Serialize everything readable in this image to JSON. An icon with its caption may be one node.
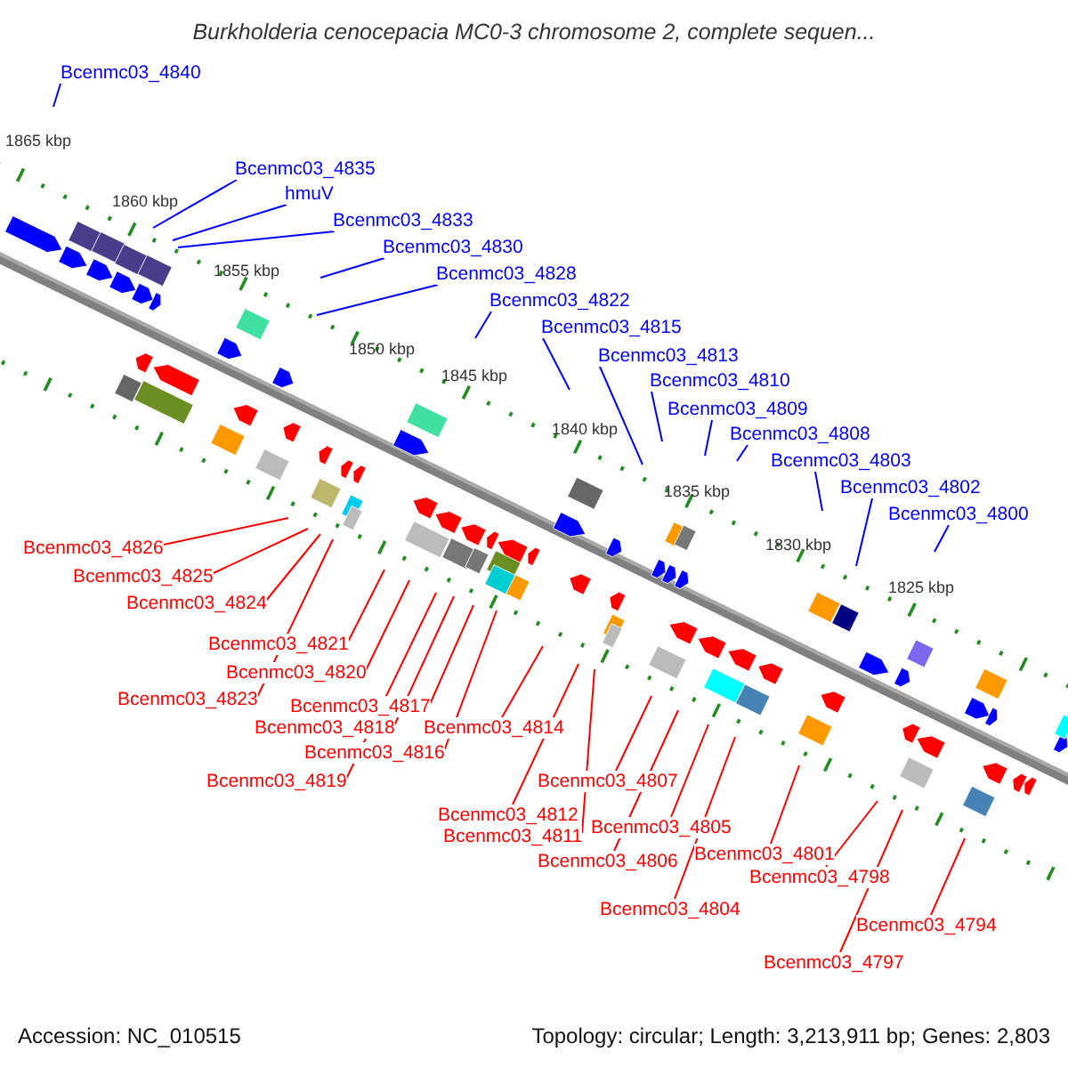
{
  "diagram": {
    "title": "Burkholderia cenocepacia MC0-3 chromosome 2, complete sequen...",
    "nodes": [
      {
        "text": [
          "Bcenmc03_4840"
        ]
      },
      {
        "text": [
          "Bcenmc03_4835"
        ]
      },
      {
        "text": [
          "hmuV"
        ]
      },
      {
        "text": [
          "Bcenmc03_4833"
        ]
      },
      {
        "text": [
          "Bcenmc03_4830"
        ]
      },
      {
        "text": [
          "Bcenmc03_4828"
        ]
      },
      {
        "text": [
          "Bcenmc03_4822"
        ]
      },
      {
        "text": [
          "Bcenmc03_4815"
        ]
      },
      {
        "text": [
          "Bcenmc03_4813"
        ]
      },
      {
        "text": [
          "Bcenmc03_4810"
        ]
      },
      {
        "text": [
          "Bcenmc03_4809"
        ]
      },
      {
        "text": [
          "Bcenmc03_4808"
        ]
      },
      {
        "text": [
          "Bcenmc03_4803"
        ]
      },
      {
        "text": [
          "Bcenmc03_4802"
        ]
      },
      {
        "text": [
          "Bcenmc03_4800"
        ]
      },
      {
        "text": [
          "Bcenmc03_4826"
        ]
      },
      {
        "text": [
          "Bcenmc03_4825"
        ]
      },
      {
        "text": [
          "Bcenmc03_4824"
        ]
      },
      {
        "text": [
          "Bcenmc03_4821"
        ]
      },
      {
        "text": [
          "Bcenmc03_4820"
        ]
      },
      {
        "text": [
          "Bcenmc03_4823"
        ]
      },
      {
        "text": [
          "Bcenmc03_4817"
        ]
      },
      {
        "text": [
          "Bcenmc03_4818"
        ]
      },
      {
        "text": [
          "Bcenmc03_4814"
        ]
      },
      {
        "text": [
          "Bcenmc03_4816"
        ]
      },
      {
        "text": [
          "Bcenmc03_4819"
        ]
      },
      {
        "text": [
          "Bcenmc03_4807"
        ]
      },
      {
        "text": [
          "Bcenmc03_4812"
        ]
      },
      {
        "text": [
          "Bcenmc03_4805"
        ]
      },
      {
        "text": [
          "Bcenmc03_4811"
        ]
      },
      {
        "text": [
          "Bcenmc03_4801"
        ]
      },
      {
        "text": [
          "Bcenmc03_4806"
        ]
      },
      {
        "text": [
          "Bcenmc03_4798"
        ]
      },
      {
        "text": [
          "Bcenmc03_4804"
        ]
      },
      {
        "text": [
          "Bcenmc03_4794"
        ]
      },
      {
        "text": [
          "Bcenmc03_4797"
        ]
      }
    ],
    "edges": [
      {
        "from": 0,
        "to": null,
        "arrow": "none",
        "color": "#0000ff"
      },
      {
        "from": 1,
        "to": null,
        "arrow": "none",
        "color": "#0000ff"
      },
      {
        "from": 2,
        "to": null,
        "arrow": "none",
        "color": "#0000ff"
      },
      {
        "from": 3,
        "to": null,
        "arrow": "none",
        "color": "#0000ff"
      },
      {
        "from": 4,
        "to": null,
        "arrow": "none",
        "color": "#0000ff"
      },
      {
        "from": 5,
        "to": null,
        "arrow": "none",
        "color": "#0000ff"
      },
      {
        "from": 6,
        "to": null,
        "arrow": "none",
        "color": "#0000ff"
      },
      {
        "from": 7,
        "to": null,
        "arrow": "none",
        "color": "#0000ff"
      },
      {
        "from": 8,
        "to": null,
        "arrow": "none",
        "color": "#0000ff"
      },
      {
        "from": 9,
        "to": null,
        "arrow": "none",
        "color": "#0000ff"
      },
      {
        "from": 10,
        "to": null,
        "arrow": "none",
        "color": "#0000ff"
      },
      {
        "from": 11,
        "to": null,
        "arrow": "none",
        "color": "#0000ff"
      },
      {
        "from": 12,
        "to": null,
        "arrow": "none",
        "color": "#0000ff"
      },
      {
        "from": 13,
        "to": null,
        "arrow": "none",
        "color": "#0000ff"
      },
      {
        "from": 14,
        "to": null,
        "arrow": "none",
        "color": "#0000ff"
      },
      {
        "from": 15,
        "to": null,
        "arrow": "none"
      },
      {
        "from": 16,
        "to": null,
        "arrow": "none"
      },
      {
        "from": 17,
        "to": null,
        "arrow": "none"
      },
      {
        "from": 18,
        "to": null,
        "arrow": "none"
      },
      {
        "from": 19,
        "to": null,
        "arrow": "none"
      },
      {
        "from": 20,
        "to": null,
        "arrow": "none"
      },
      {
        "from": 21,
        "to": null,
        "arrow": "none"
      },
      {
        "from": 22,
        "to": null,
        "arrow": "none"
      },
      {
        "from": 23,
        "to": null,
        "arrow": "none"
      },
      {
        "from": 24,
        "to": null,
        "arrow": "none"
      },
      {
        "from": 25,
        "to": null,
        "arrow": "none"
      },
      {
        "from": 26,
        "to": null,
        "arrow": "none"
      },
      {
        "from": 27,
        "to": null,
        "arrow": "none"
      },
      {
        "from": 28,
        "to": null,
        "arrow": "none"
      },
      {
        "from": 29,
        "to": null,
        "arrow": "none"
      },
      {
        "from": 30,
        "to": null,
        "arrow": "none"
      },
      {
        "from": 31,
        "to": null,
        "arrow": "none"
      },
      {
        "from": 32,
        "to": null,
        "arrow": "none"
      },
      {
        "from": 33,
        "to": null,
        "arrow": "none"
      },
      {
        "from": 34,
        "to": null,
        "arrow": "none"
      },
      {
        "from": 35,
        "to": null,
        "arrow": "none"
      }
    ],
    "labels": [
      "1865 kbp",
      "1860 kbp",
      "1855 kbp",
      "1850 kbp",
      "1845 kbp",
      "1840 kbp",
      "1835 kbp",
      "1830 kbp",
      "1825 kbp",
      "Accession: NC_010515",
      "Topology: circular; Length: 3,213,911 bp; Genes: 2,803"
    ]
  }
}
